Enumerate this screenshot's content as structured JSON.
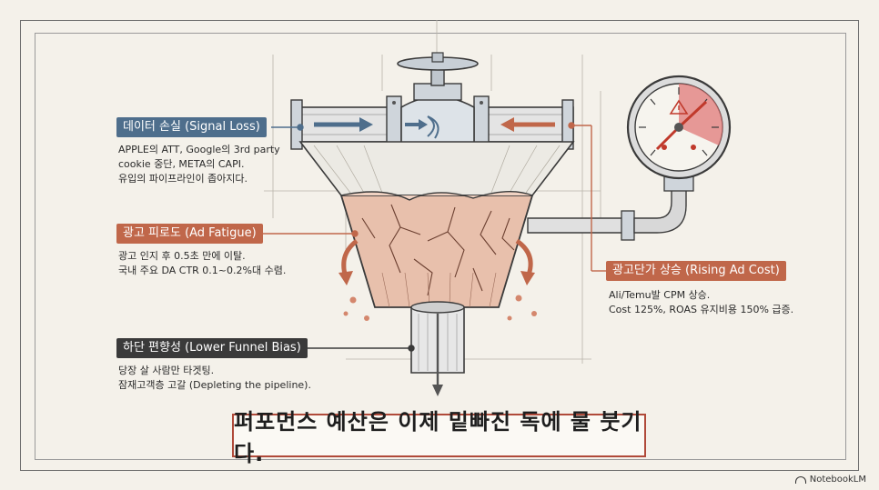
{
  "labels": {
    "signal_loss": {
      "title": "데이터 손실 (Signal Loss)",
      "lines": [
        "APPLE의 ATT, Google의 3rd party",
        "cookie 중단, META의 CAPI.",
        "유입의 파이프라인이 좁아지다."
      ]
    },
    "ad_fatigue": {
      "title": "광고 피로도 (Ad Fatigue)",
      "lines": [
        "광고 인지 후 0.5초 만에 이탈.",
        "국내 주요 DA CTR 0.1~0.2%대 수렴."
      ]
    },
    "lower_funnel": {
      "title": "하단 편향성 (Lower Funnel Bias)",
      "lines": [
        "당장 살 사람만 타겟팅.",
        "잠재고객층 고갈 (Depleting the pipeline)."
      ]
    },
    "rising_cost": {
      "title": "광고단가 상승 (Rising Ad Cost)",
      "lines": [
        "Ali/Temu발 CPM 상승.",
        "Cost 125%, ROAS 유지비용 150% 급증."
      ]
    }
  },
  "headline": "퍼포먼스 예산은 이제 밑빠진 독에 물 붓기다.",
  "brand": "NotebookLM",
  "colors": {
    "blue": "#4e6e8c",
    "orange": "#c0674a",
    "dark": "#3a3a3a",
    "clay": "#e8c0ac",
    "red": "#c0392b"
  }
}
